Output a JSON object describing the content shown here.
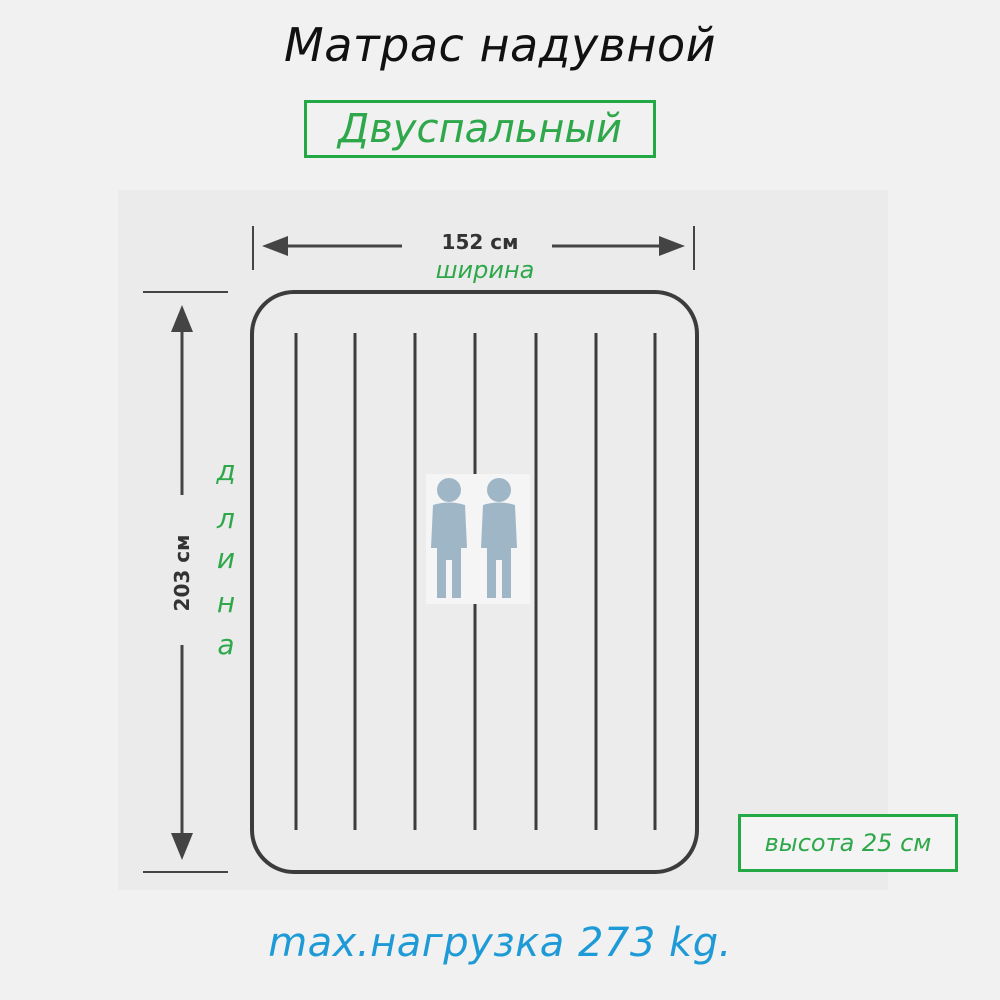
{
  "title": "Матрас надувной",
  "subtitle": "Двуспальный",
  "width": {
    "value": "152 см",
    "label": "ширина"
  },
  "length": {
    "value": "203 см",
    "label_letters": [
      "д",
      "л",
      "и",
      "н",
      "а"
    ]
  },
  "height_label": "высота 25 см",
  "max_load": "max.нагрузка 273 kg.",
  "icon": "two-people-icon",
  "colors": {
    "label_green": "#2ea84a",
    "box_border": "#22a845",
    "load_blue": "#1e9ad6",
    "person": "#9fb6c7",
    "outline": "#3c3c3c"
  }
}
